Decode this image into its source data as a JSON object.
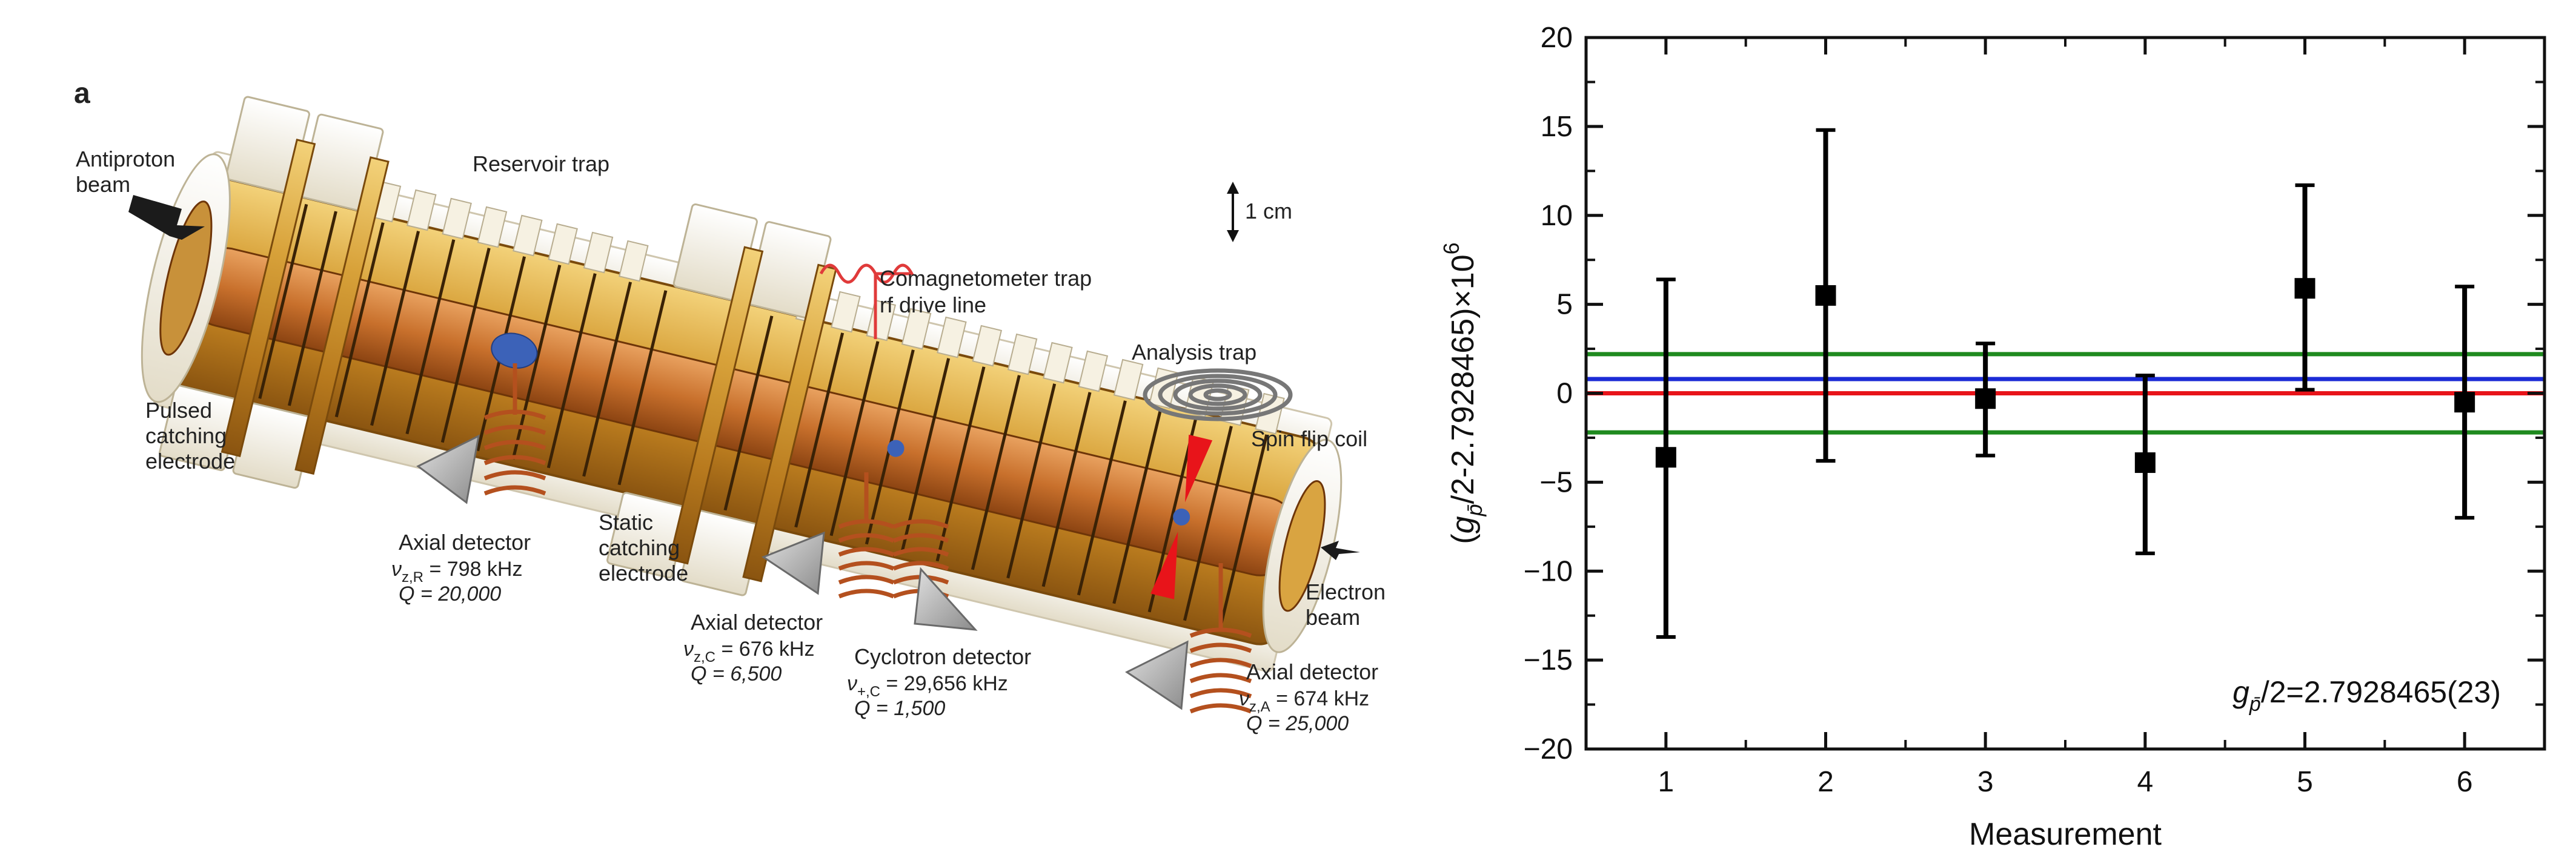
{
  "panel_label": "a",
  "diagram": {
    "labels": {
      "antiproton_beam": [
        "Antiproton",
        "beam"
      ],
      "reservoir_trap": "Reservoir trap",
      "pulsed_catching_electrode": [
        "Pulsed",
        "catching",
        "electrode"
      ],
      "scale": "1 cm",
      "comagnetometer": [
        "Comagnetometer trap",
        "rf drive line"
      ],
      "analysis_trap": "Analysis trap",
      "spin_flip_coil": "Spin flip coil",
      "static_catching_electrode": [
        "Static",
        "catching",
        "electrode"
      ],
      "electron_beam": [
        "Electron",
        "beam"
      ]
    },
    "detectors": [
      {
        "id": "axial-r",
        "title": "Axial detector",
        "freq_sym": "ν",
        "freq_sub": "z,R",
        "freq_val": " = 798 kHz",
        "q_text": "Q = 20,000"
      },
      {
        "id": "axial-c",
        "title": "Axial detector",
        "freq_sym": "ν",
        "freq_sub": "z,C",
        "freq_val": " = 676 kHz",
        "q_text": "Q = 6,500"
      },
      {
        "id": "cyclotron",
        "title": "Cyclotron detector",
        "freq_sym": "ν",
        "freq_sub": "+,C",
        "freq_val": " = 29,656 kHz",
        "q_text": "Q = 1,500"
      },
      {
        "id": "axial-a",
        "title": "Axial detector",
        "freq_sym": "ν",
        "freq_sub": "z,A",
        "freq_val": " = 674 kHz",
        "q_text": "Q = 25,000"
      }
    ]
  },
  "chart_data": {
    "type": "scatter",
    "xlabel": "Measurement",
    "ylabel": "(g_p̄/2-2.7928465)×10^6",
    "ylabel_parts": {
      "open": "(",
      "g": "g",
      "sub": "p̄",
      "rest": "/2-2.7928465)×10",
      "sup": "6"
    },
    "xlim": [
      0.5,
      6.5
    ],
    "ylim": [
      -20,
      20
    ],
    "xticks": [
      1,
      2,
      3,
      4,
      5,
      6
    ],
    "yticks": [
      -20,
      -15,
      -10,
      -5,
      0,
      5,
      10,
      15,
      20
    ],
    "ytick_labels": [
      "−20",
      "−15",
      "−10",
      "−5",
      "0",
      "5",
      "10",
      "15",
      "20"
    ],
    "grid": false,
    "points": [
      {
        "x": 1,
        "y": -3.6,
        "yerr_low": -13.7,
        "yerr_high": 6.4
      },
      {
        "x": 2,
        "y": 5.5,
        "yerr_low": -3.8,
        "yerr_high": 14.8
      },
      {
        "x": 3,
        "y": -0.3,
        "yerr_low": -3.5,
        "yerr_high": 2.8
      },
      {
        "x": 4,
        "y": -3.9,
        "yerr_low": -9.0,
        "yerr_high": 1.0
      },
      {
        "x": 5,
        "y": 5.9,
        "yerr_low": 0.2,
        "yerr_high": 11.7
      },
      {
        "x": 6,
        "y": -0.5,
        "yerr_low": -7.0,
        "yerr_high": 6.0
      }
    ],
    "hlines": [
      {
        "y": 0,
        "color": "#e8141a"
      },
      {
        "y": 0.8,
        "color": "#1c2bd6"
      },
      {
        "y": 2.2,
        "color": "#1f8a1f"
      },
      {
        "y": -2.2,
        "color": "#1f8a1f"
      }
    ],
    "annotation": {
      "g": "g",
      "sub": "p̄",
      "rest": "/2=2.7928465(23)"
    }
  }
}
